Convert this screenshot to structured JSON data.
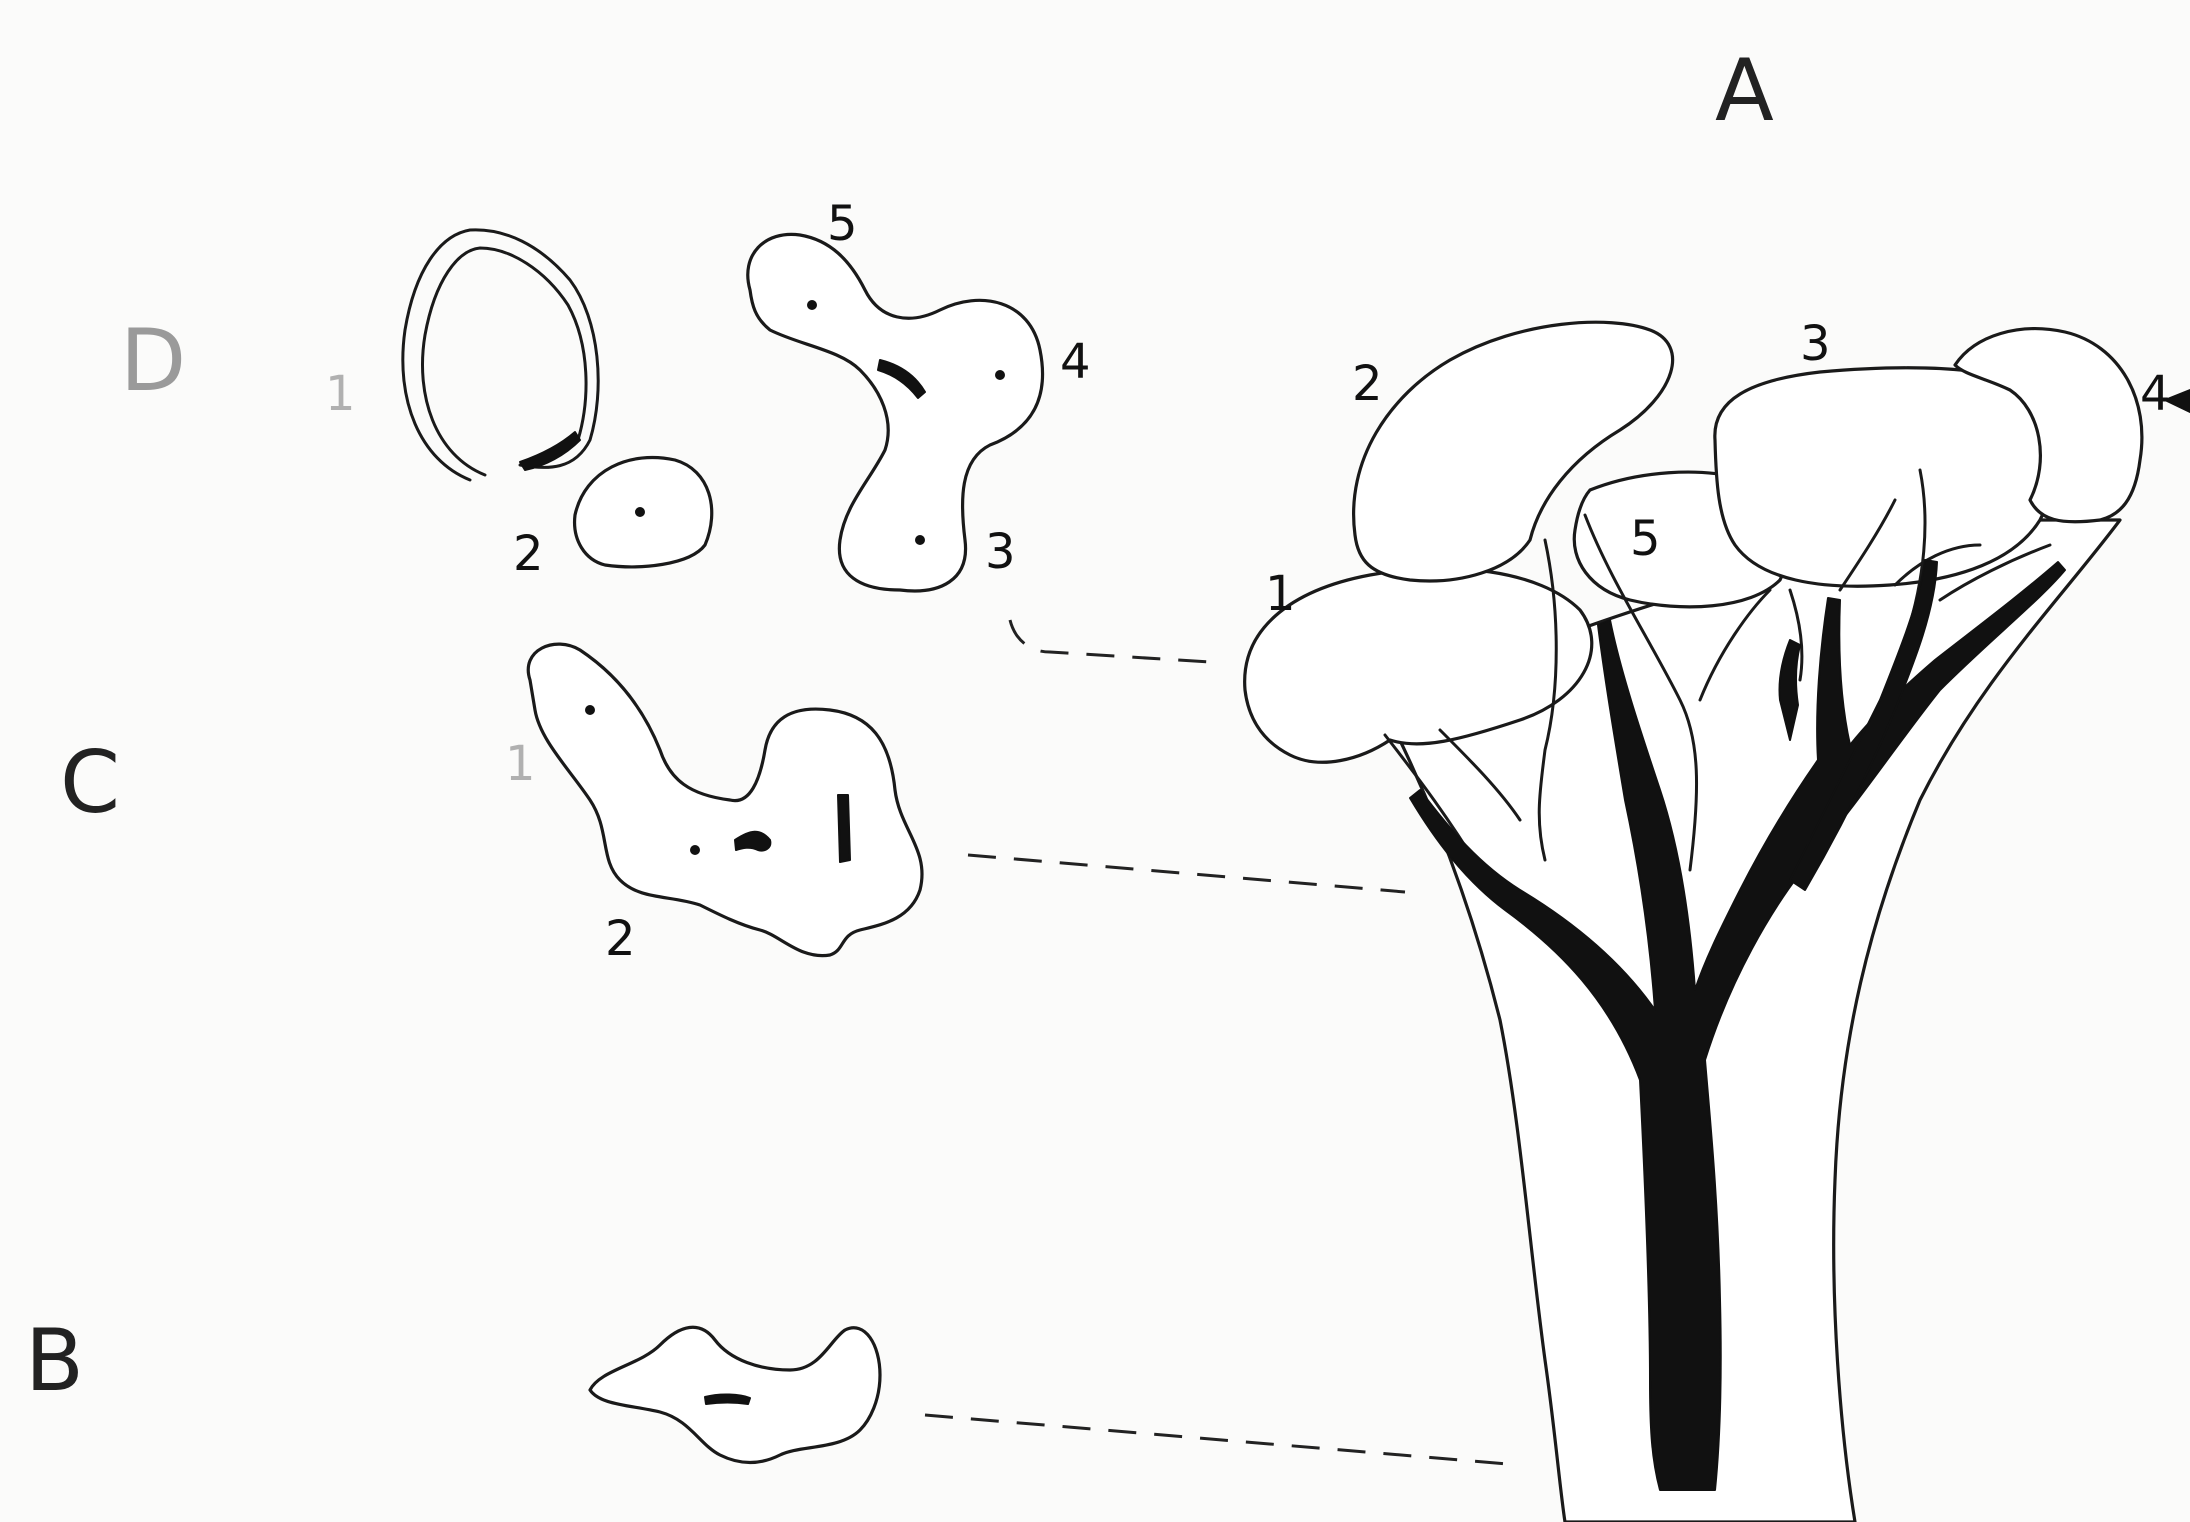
{
  "panels": {
    "a": "A",
    "b": "B",
    "c": "C",
    "d": "D"
  },
  "panel_a": {
    "labels": [
      "1",
      "2",
      "3",
      "4",
      "5"
    ]
  },
  "panel_c": {
    "labels": [
      "1",
      "2"
    ]
  },
  "panel_d": {
    "labels": [
      "1",
      "2",
      "3",
      "4",
      "5"
    ]
  }
}
